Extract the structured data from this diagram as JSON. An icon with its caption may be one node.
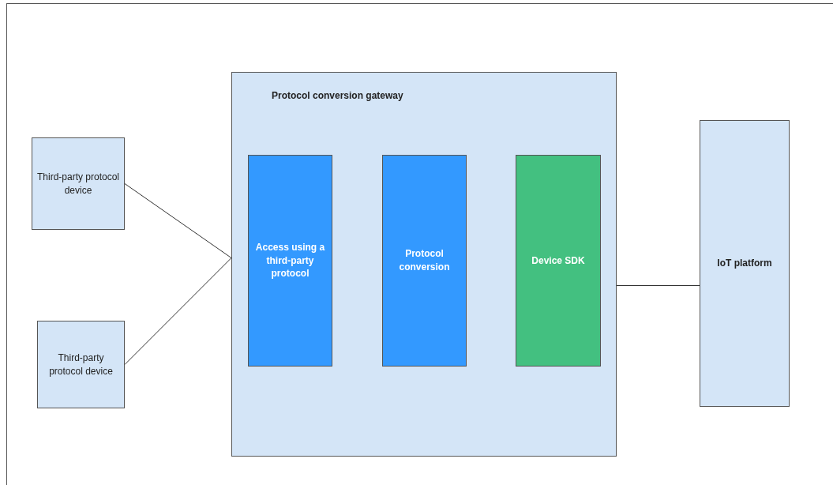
{
  "diagram": {
    "nodes": [
      {
        "text": [
          "Third-party protocol device"
        ]
      },
      {
        "text": [
          "Third-party protocol device"
        ]
      },
      {
        "text": [
          "Protocol conversion gateway"
        ]
      },
      {
        "text": [
          "Access using a third-party protocol"
        ],
        "in": 2
      },
      {
        "text": [
          "Protocol conversion"
        ],
        "in": 2
      },
      {
        "text": [
          "Device SDK"
        ],
        "in": 2
      },
      {
        "text": [
          "IoT platform"
        ]
      }
    ],
    "edges": [
      {
        "from": 0,
        "to": 2,
        "arrow": "none"
      },
      {
        "from": 1,
        "to": 2,
        "arrow": "none"
      },
      {
        "from": 2,
        "to": 6,
        "arrow": "none"
      }
    ]
  }
}
